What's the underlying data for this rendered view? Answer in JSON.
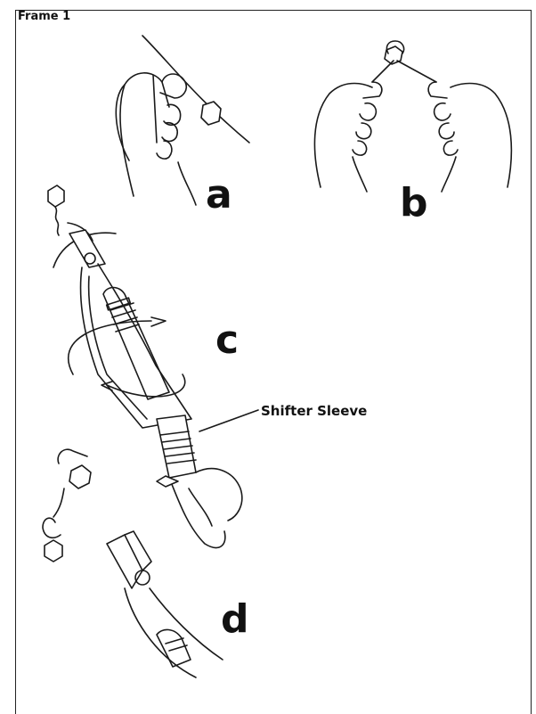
{
  "frame": {
    "title": "Frame 1"
  },
  "steps": {
    "a": "a",
    "b": "b",
    "c": "c",
    "d": "d"
  },
  "callouts": {
    "shifter_sleeve": "Shifter Sleeve"
  }
}
